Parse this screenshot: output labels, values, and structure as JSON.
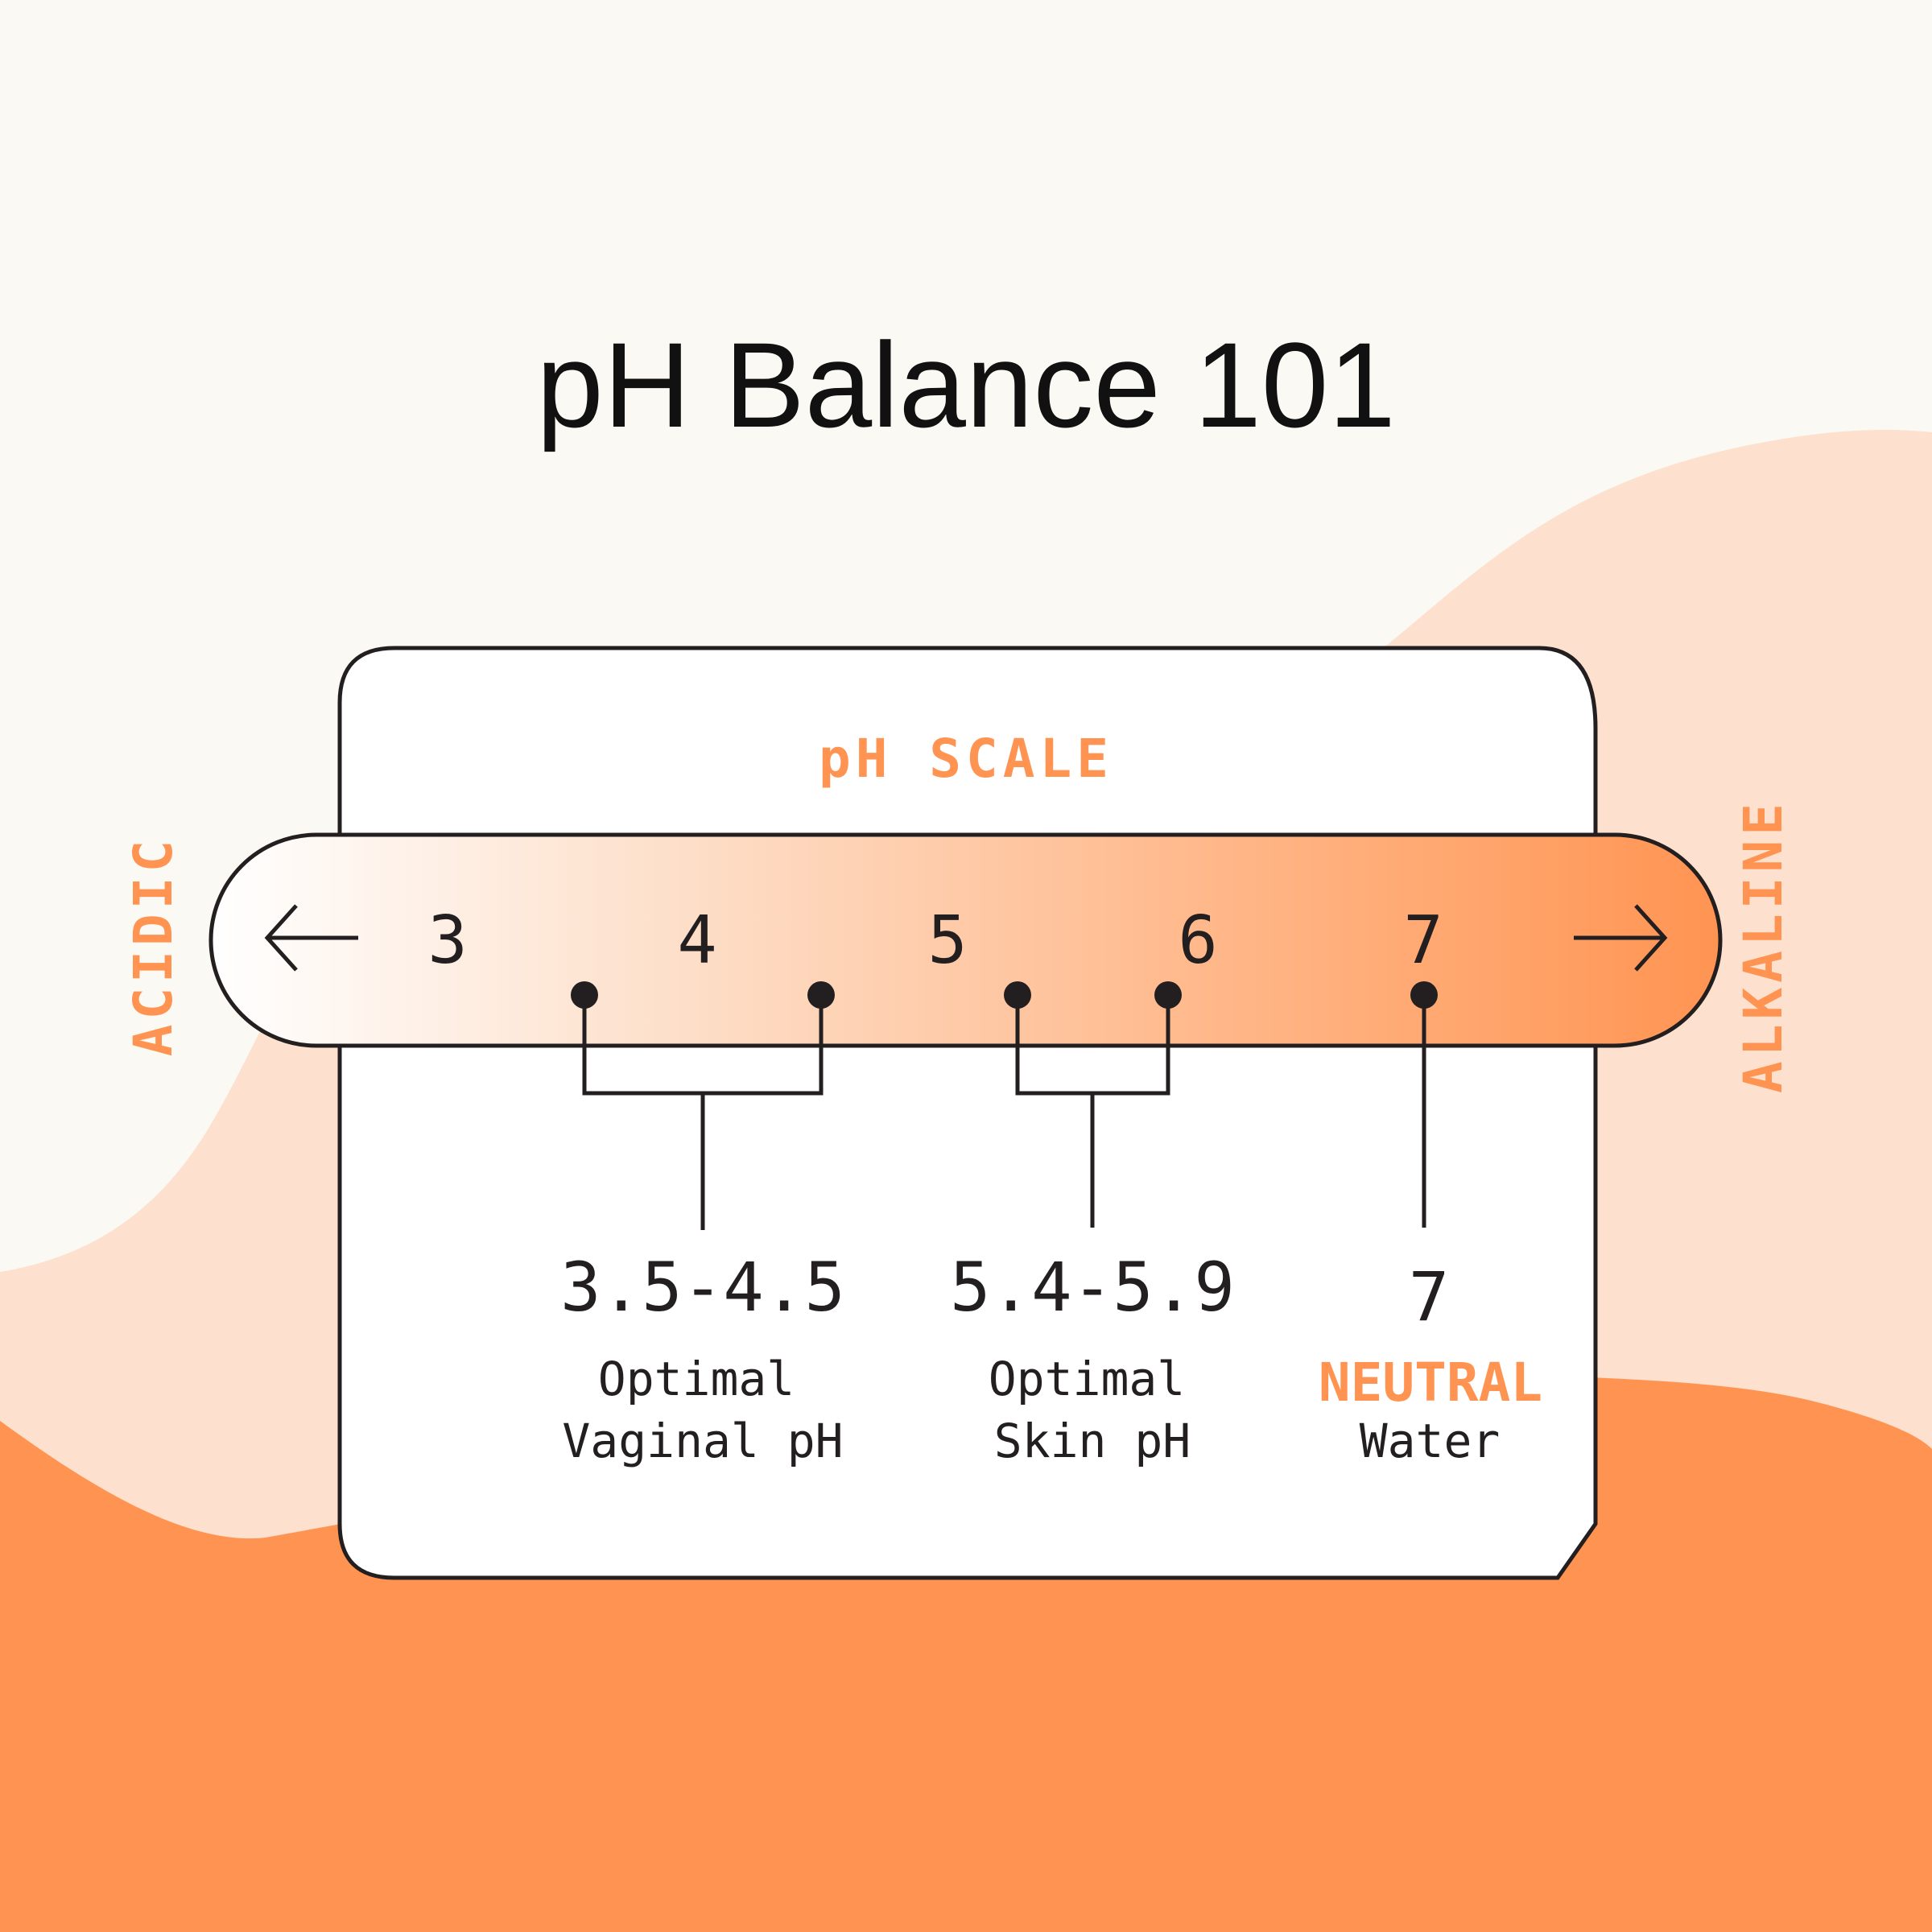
{
  "title": "pH Balance 101",
  "scale_label": "pH SCALE",
  "side_labels": {
    "left": "ACIDIC",
    "right": "ALKALINE"
  },
  "ticks": [
    "3",
    "4",
    "5",
    "6",
    "7"
  ],
  "ranges": [
    {
      "value": "3.5-4.5",
      "line1": "Optimal",
      "line2": "Vaginal pH"
    },
    {
      "value": "5.4-5.9",
      "line1": "Optimal",
      "line2": "Skin pH"
    },
    {
      "value": "7",
      "line1": "NEUTRAL",
      "line2": "Water"
    }
  ],
  "colors": {
    "accent": "#ff9452",
    "background": "#fbf9f4",
    "blob": "#fde0cd",
    "ink": "#231f20"
  },
  "icons": [
    "arrow-left-icon",
    "arrow-right-icon"
  ]
}
